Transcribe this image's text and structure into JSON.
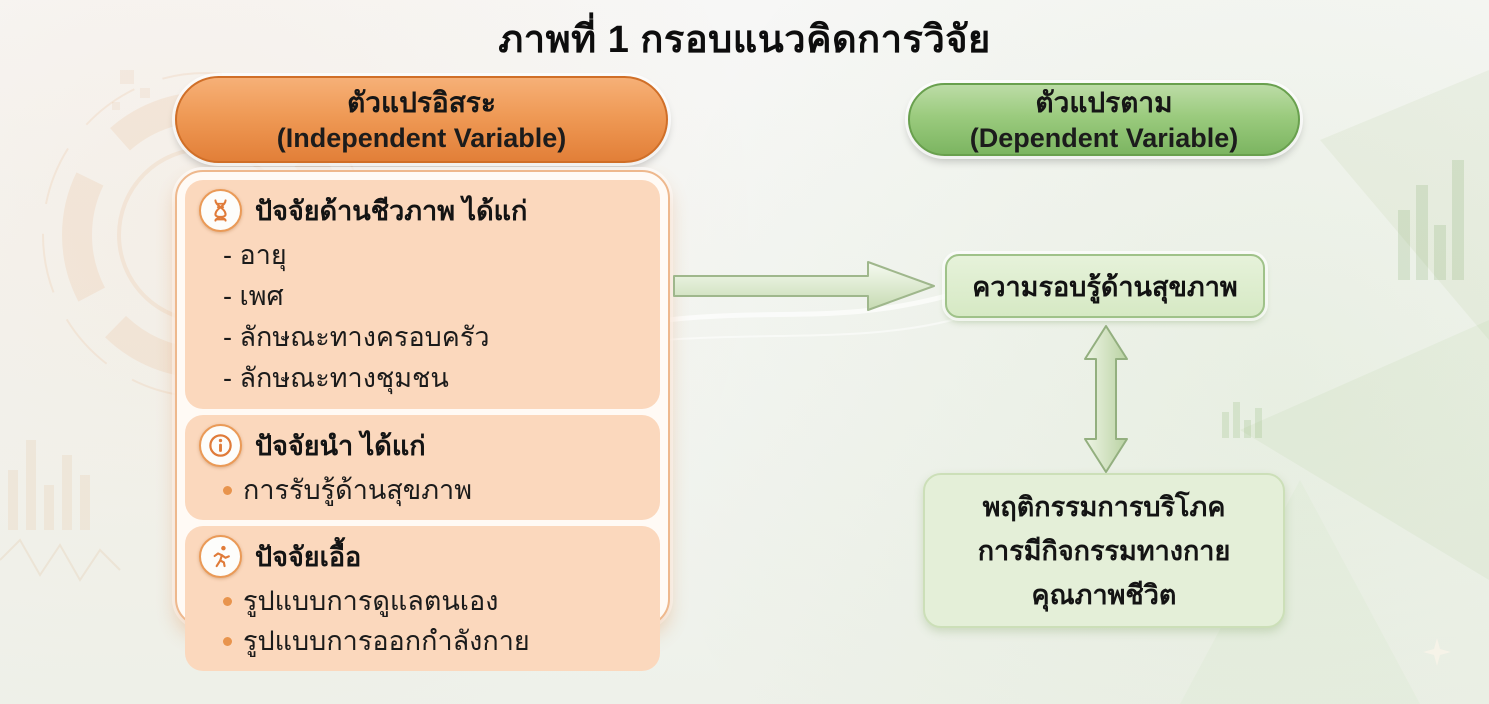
{
  "title": "ภาพที่ 1 กรอบแนวคิดการวิจัย",
  "independent": {
    "header_line1": "ตัวแปรอิสระ",
    "header_line2": "(Independent Variable)",
    "sections": [
      {
        "icon": "dna-icon",
        "heading": "ปัจจัยด้านชีวภาพ ได้แก่",
        "items": [
          "- อายุ",
          "- เพศ",
          "- ลักษณะทางครอบครัว",
          "- ลักษณะทางชุมชน"
        ]
      },
      {
        "icon": "info-icon",
        "heading": "ปัจจัยนำ ได้แก่",
        "items": [
          "การรับรู้ด้านสุขภาพ"
        ]
      },
      {
        "icon": "runner-icon",
        "heading": "ปัจจัยเอื้อ",
        "items": [
          "รูปแบบการดูแลตนเอง",
          "รูปแบบการออกกำลังกาย"
        ]
      }
    ]
  },
  "dependent": {
    "header_line1": "ตัวแปรตาม",
    "header_line2": "(Dependent Variable)",
    "literacy_box": "ความรอบรู้ด้านสุขภาพ",
    "outcome_box_lines": [
      "พฤติกรรมการบริโภค",
      "การมีกิจกรรมทางกาย",
      "คุณภาพชีวิต"
    ]
  },
  "colors": {
    "orange_header": "#e78a42",
    "orange_border": "#d06f28",
    "peach_section": "#fbd8bd",
    "green_header": "#7cb561",
    "green_border": "#69a04e",
    "literacy_box_fill": "#ddedcf",
    "outcome_box_fill": "#e4efd8",
    "arrow_fill": "#cfe0ba",
    "bullet_dot": "#e8944d"
  }
}
